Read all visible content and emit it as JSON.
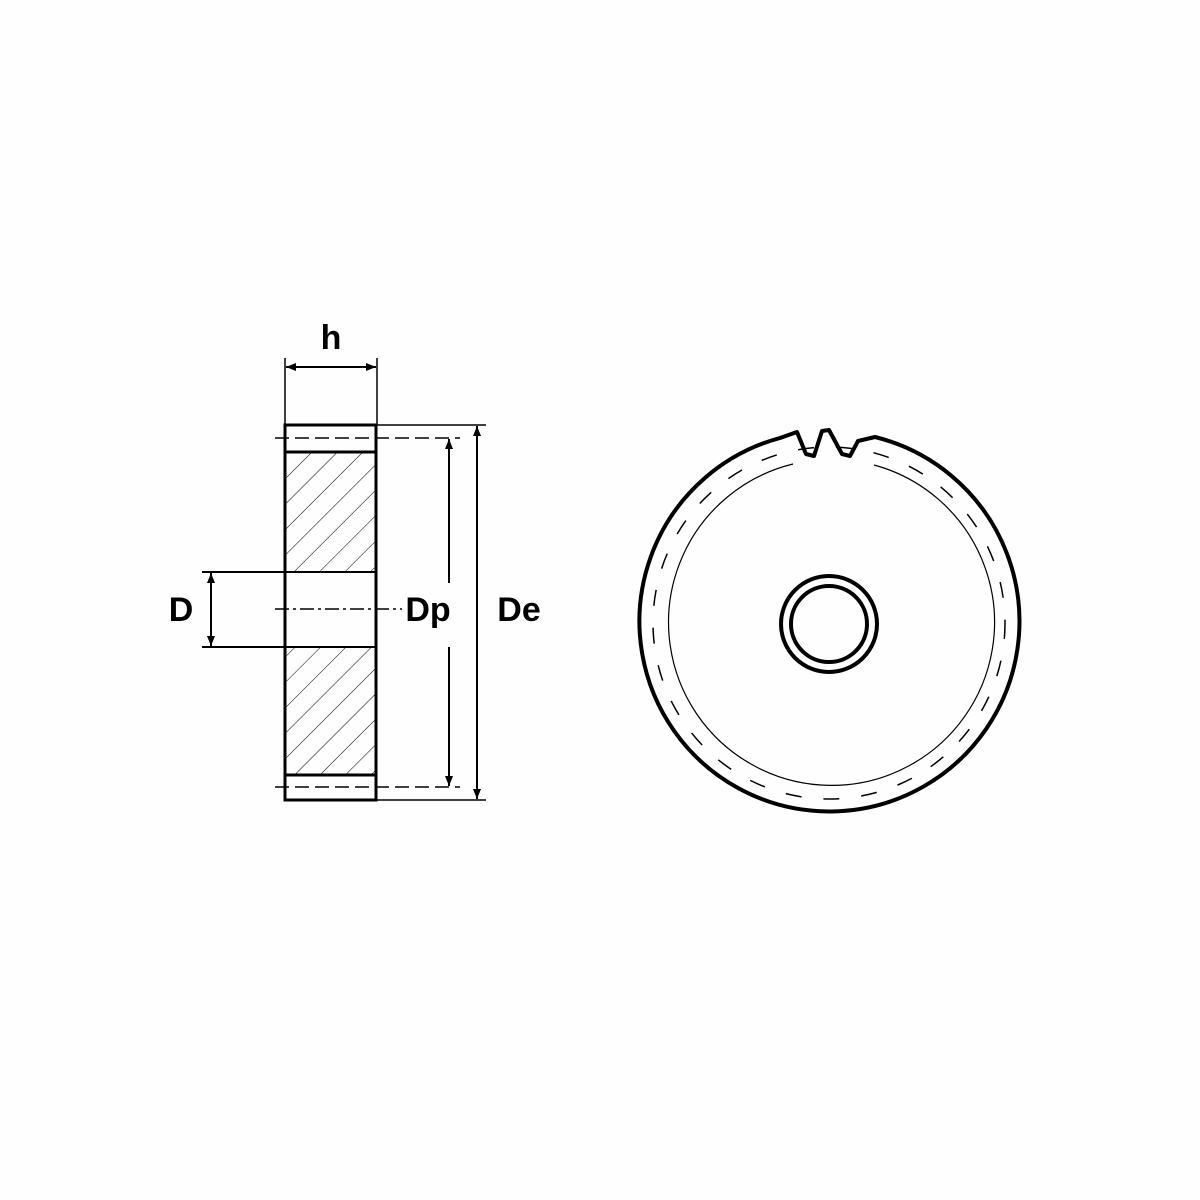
{
  "labels": {
    "width": "h",
    "bore": "D",
    "pitch_diameter": "Dp",
    "outside_diameter": "De"
  },
  "colors": {
    "line": "#000000",
    "background": "#fefefe"
  }
}
